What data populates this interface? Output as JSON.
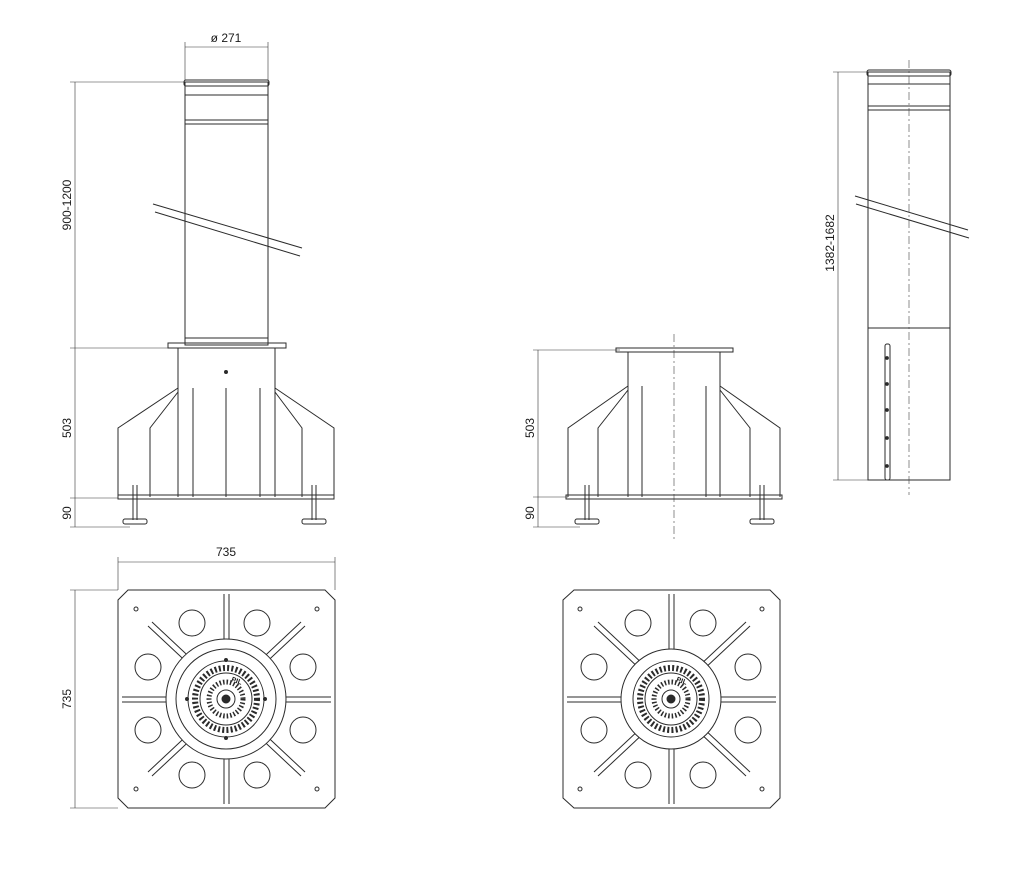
{
  "dimensions": {
    "diameter": "ø 271",
    "height_bollard": "900-1200",
    "height_base": "503",
    "height_feet": "90",
    "width_plate": "735",
    "depth_plate": "735",
    "length_total": "1382-1682"
  },
  "logo": {
    "text": "PIL"
  }
}
